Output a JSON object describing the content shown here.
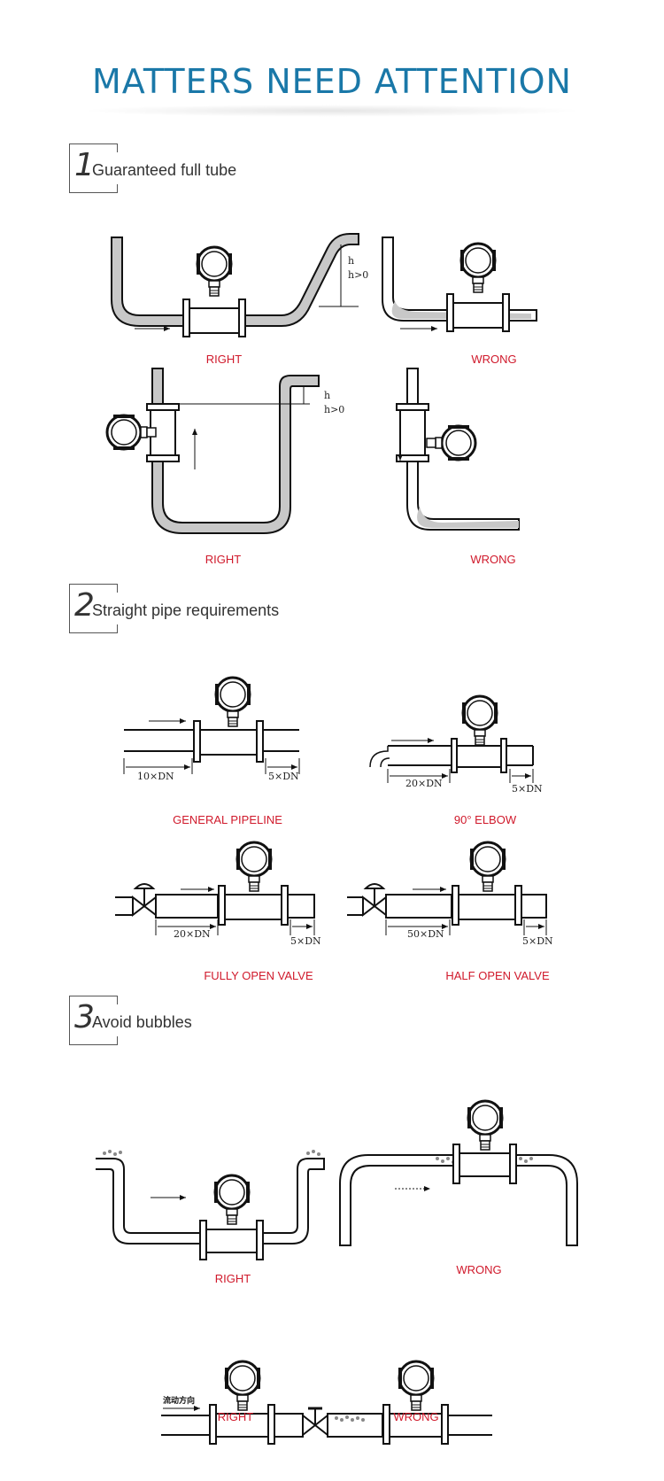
{
  "title": "MATTERS NEED ATTENTION",
  "sections": [
    {
      "num": "1",
      "text": "Guaranteed full tube"
    },
    {
      "num": "2",
      "text": "Straight pipe requirements"
    },
    {
      "num": "3",
      "text": "Avoid bubbles"
    }
  ],
  "s1": {
    "right_a": "RIGHT",
    "wrong_a": "WRONG",
    "right_b": "RIGHT",
    "wrong_b": "WRONG",
    "h": "h",
    "h_gt": "h>0"
  },
  "s2": {
    "general": "GENERAL PIPELINE",
    "elbow": "90° ELBOW",
    "fully": "FULLY OPEN VALVE",
    "half": "HALF OPEN VALVE",
    "d10": "10×DN",
    "d5a": "5×DN",
    "d20a": "20×DN",
    "d5b": "5×DN",
    "d20b": "20×DN",
    "d5c": "5×DN",
    "d50": "50×DN",
    "d5d": "5×DN"
  },
  "s3": {
    "right_a": "RIGHT",
    "wrong_a": "WRONG",
    "right_b": "RIGHT",
    "wrong_b": "WRONG",
    "flow": "流动方向"
  },
  "colors": {
    "title": "#1a78a8",
    "label": "#d0192b",
    "pipe_fill": "#c8c8c8"
  }
}
